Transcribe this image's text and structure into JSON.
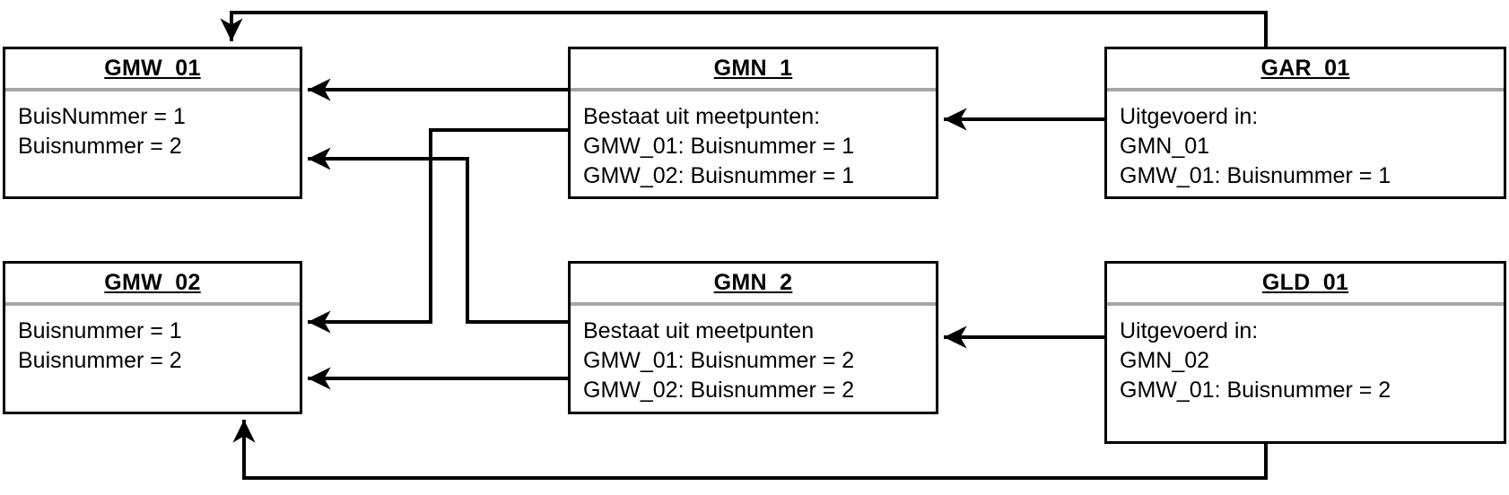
{
  "diagram": {
    "type": "entity-relationship-example",
    "line_color": "#000000",
    "header_divider_color": "#a6a6a6",
    "background": "#ffffff",
    "boxes": [
      {
        "id": "gmw01",
        "title": "GMW_01",
        "lines": [
          "BuisNummer = 1",
          "Buisnummer = 2"
        ]
      },
      {
        "id": "gmn1",
        "title": "GMN_1",
        "lines": [
          "Bestaat uit meetpunten:",
          "GMW_01: Buisnummer = 1",
          "GMW_02: Buisnummer = 1"
        ]
      },
      {
        "id": "gar01",
        "title": "GAR_01",
        "lines": [
          "Uitgevoerd in:",
          "GMN_01",
          "GMW_01: Buisnummer = 1"
        ]
      },
      {
        "id": "gmw02",
        "title": "GMW_02",
        "lines": [
          "Buisnummer = 1",
          "Buisnummer = 2"
        ]
      },
      {
        "id": "gmn2",
        "title": "GMN_2",
        "lines": [
          "Bestaat uit meetpunten",
          "GMW_01: Buisnummer = 2",
          "GMW_02: Buisnummer = 2"
        ]
      },
      {
        "id": "gld01",
        "title": "GLD_01",
        "lines": [
          "Uitgevoerd in:",
          "GMN_02",
          "GMW_01: Buisnummer = 2"
        ]
      }
    ],
    "connectors": [
      {
        "id": "gar01-to-gmw01",
        "from": "GAR_01",
        "to": "GMW_01",
        "arrow": "down"
      },
      {
        "id": "gmn1-to-gmw01",
        "from": "GMN_1",
        "to": "GMW_01",
        "arrow": "left"
      },
      {
        "id": "gmn1-to-gmw02",
        "from": "GMN_1",
        "to": "GMW_02",
        "arrow": "left"
      },
      {
        "id": "gmn2-to-gmw01",
        "from": "GMN_2",
        "to": "GMW_01",
        "arrow": "left"
      },
      {
        "id": "gmn2-to-gmw02",
        "from": "GMN_2",
        "to": "GMW_02",
        "arrow": "left"
      },
      {
        "id": "gar01-to-gmn1",
        "from": "GAR_01",
        "to": "GMN_1",
        "arrow": "left"
      },
      {
        "id": "gld01-to-gmn2",
        "from": "GLD_01",
        "to": "GMN_2",
        "arrow": "left"
      },
      {
        "id": "gld01-to-gmw02",
        "from": "GLD_01",
        "to": "GMW_02",
        "arrow": "up"
      }
    ]
  }
}
